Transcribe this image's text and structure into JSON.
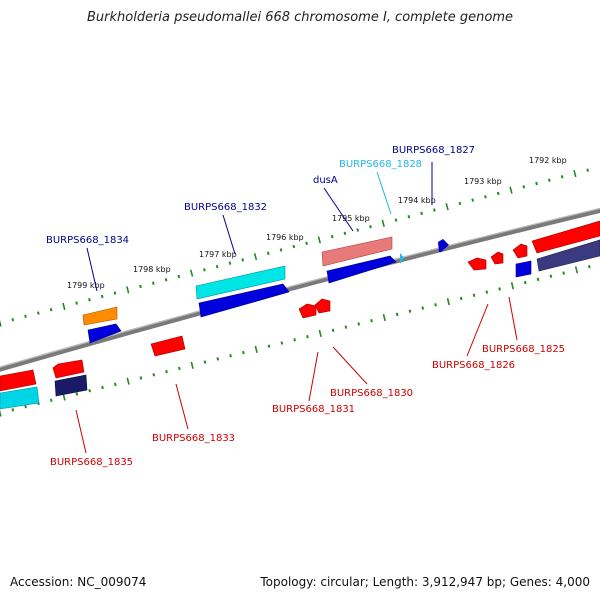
{
  "title": "Burkholderia pseudomallei 668 chromosome I, complete genome",
  "footer": {
    "accession_label": "Accession:",
    "accession": "NC_009074",
    "topology_text": "Topology: circular; Length: 3,912,947 bp; Genes: 4,000"
  },
  "colors": {
    "backbone": "#808080",
    "ticks": "#228b22",
    "label_blue": "#00008b",
    "label_red": "#cc0000",
    "label_cyan": "#22b8e6"
  },
  "kbp_ticks": [
    "1792 kbp",
    "1793 kbp",
    "1794 kbp",
    "1795 kbp",
    "1796 kbp",
    "1797 kbp",
    "1798 kbp",
    "1799 kbp"
  ],
  "top_labels": [
    {
      "text": "BURPS668_1827",
      "color": "#00008b"
    },
    {
      "text": "BURPS668_1828",
      "color": "#22b8e6"
    },
    {
      "text": "dusA",
      "color": "#00008b"
    },
    {
      "text": "BURPS668_1832",
      "color": "#00008b"
    },
    {
      "text": "BURPS668_1834",
      "color": "#00008b"
    }
  ],
  "bottom_labels": [
    {
      "text": "BURPS668_1825",
      "color": "#cc0000"
    },
    {
      "text": "BURPS668_1826",
      "color": "#cc0000"
    },
    {
      "text": "BURPS668_1830",
      "color": "#cc0000"
    },
    {
      "text": "BURPS668_1831",
      "color": "#cc0000"
    },
    {
      "text": "BURPS668_1833",
      "color": "#cc0000"
    },
    {
      "text": "BURPS668_1835",
      "color": "#cc0000"
    }
  ],
  "features": [
    {
      "name": "top-right-red-gene",
      "color": "#ff0000"
    },
    {
      "name": "top-right-navy-gene",
      "color": "#3a3a80"
    },
    {
      "name": "burps668-1827-gene",
      "color": "#0000cc"
    },
    {
      "name": "burps668-1828-gene",
      "color": "#22b8e6"
    },
    {
      "name": "dusa-gene",
      "color": "#e87a7a"
    },
    {
      "name": "dusa-adjacent-blue-gene",
      "color": "#0000dd"
    },
    {
      "name": "burps668-1832-gene",
      "color": "#00e5e5"
    },
    {
      "name": "burps668-1832-blue-gene",
      "color": "#0000dd"
    },
    {
      "name": "burps668-1834-gene",
      "color": "#ff8c00"
    },
    {
      "name": "burps668-1834-blue-gene",
      "color": "#0000dd"
    },
    {
      "name": "burps668-1825-gene",
      "color": "#ff0000"
    },
    {
      "name": "burps668-1825-small-gene",
      "color": "#ff0000"
    },
    {
      "name": "burps668-1826-gene",
      "color": "#ff0000"
    },
    {
      "name": "burps668-1825-blue-gene",
      "color": "#0000dd"
    },
    {
      "name": "burps668-1830-gene",
      "color": "#ff0000"
    },
    {
      "name": "burps668-1831-gene",
      "color": "#ff0000"
    },
    {
      "name": "burps668-1833-gene",
      "color": "#ff0000"
    },
    {
      "name": "burps668-1835-red-gene",
      "color": "#ff0000"
    },
    {
      "name": "burps668-1835-gene",
      "color": "#1a1a66"
    },
    {
      "name": "left-edge-red-gene",
      "color": "#ff0000"
    },
    {
      "name": "left-edge-cyan-gene",
      "color": "#00d5e5"
    }
  ]
}
